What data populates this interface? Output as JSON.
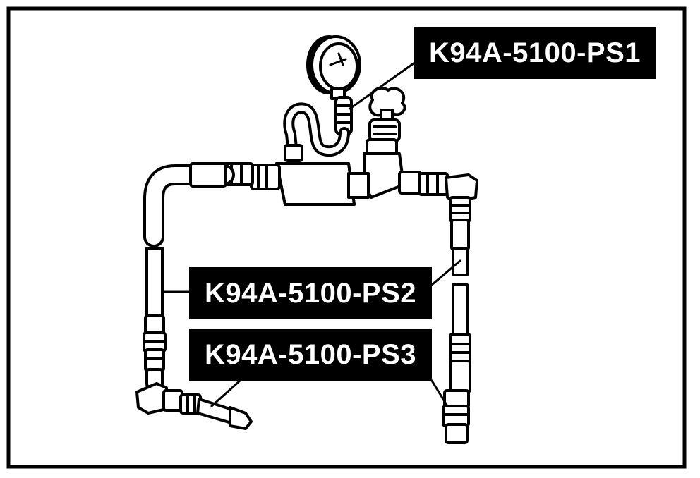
{
  "diagram": {
    "labels": {
      "ps1": "K94A-5100-PS1",
      "ps2": "K94A-5100-PS2",
      "ps3": "K94A-5100-PS3"
    },
    "colors": {
      "ink": "#000000",
      "paper": "#ffffff"
    }
  }
}
